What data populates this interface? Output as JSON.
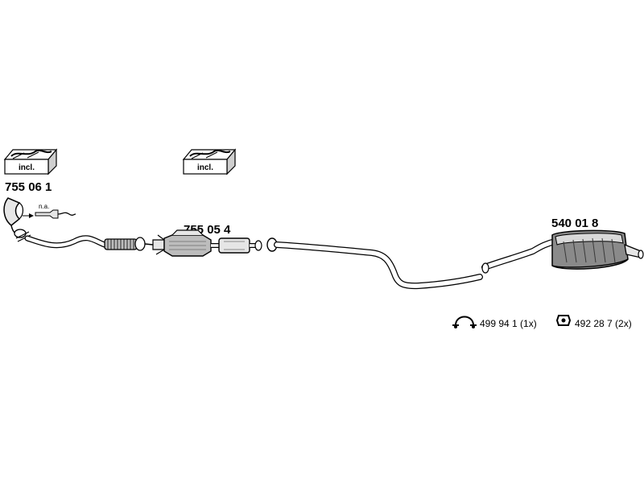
{
  "kits": [
    {
      "label": "incl."
    },
    {
      "label": "incl."
    }
  ],
  "parts": {
    "front_pipe": "755 06 1",
    "catalyst": "755 05 4",
    "rear_silencer": "540 01 8"
  },
  "sensor_note": "n.a.",
  "legend": {
    "clamp": {
      "icon": "clamp-icon",
      "text": "499 94 1 (1x)"
    },
    "mount": {
      "icon": "rubber-mount-icon",
      "text": "492 28 7 (2x)"
    }
  },
  "colors": {
    "line": "#000000",
    "fill_light": "#e6e6e6",
    "fill_mid": "#bdbdbd",
    "fill_dark": "#8a8a8a"
  }
}
